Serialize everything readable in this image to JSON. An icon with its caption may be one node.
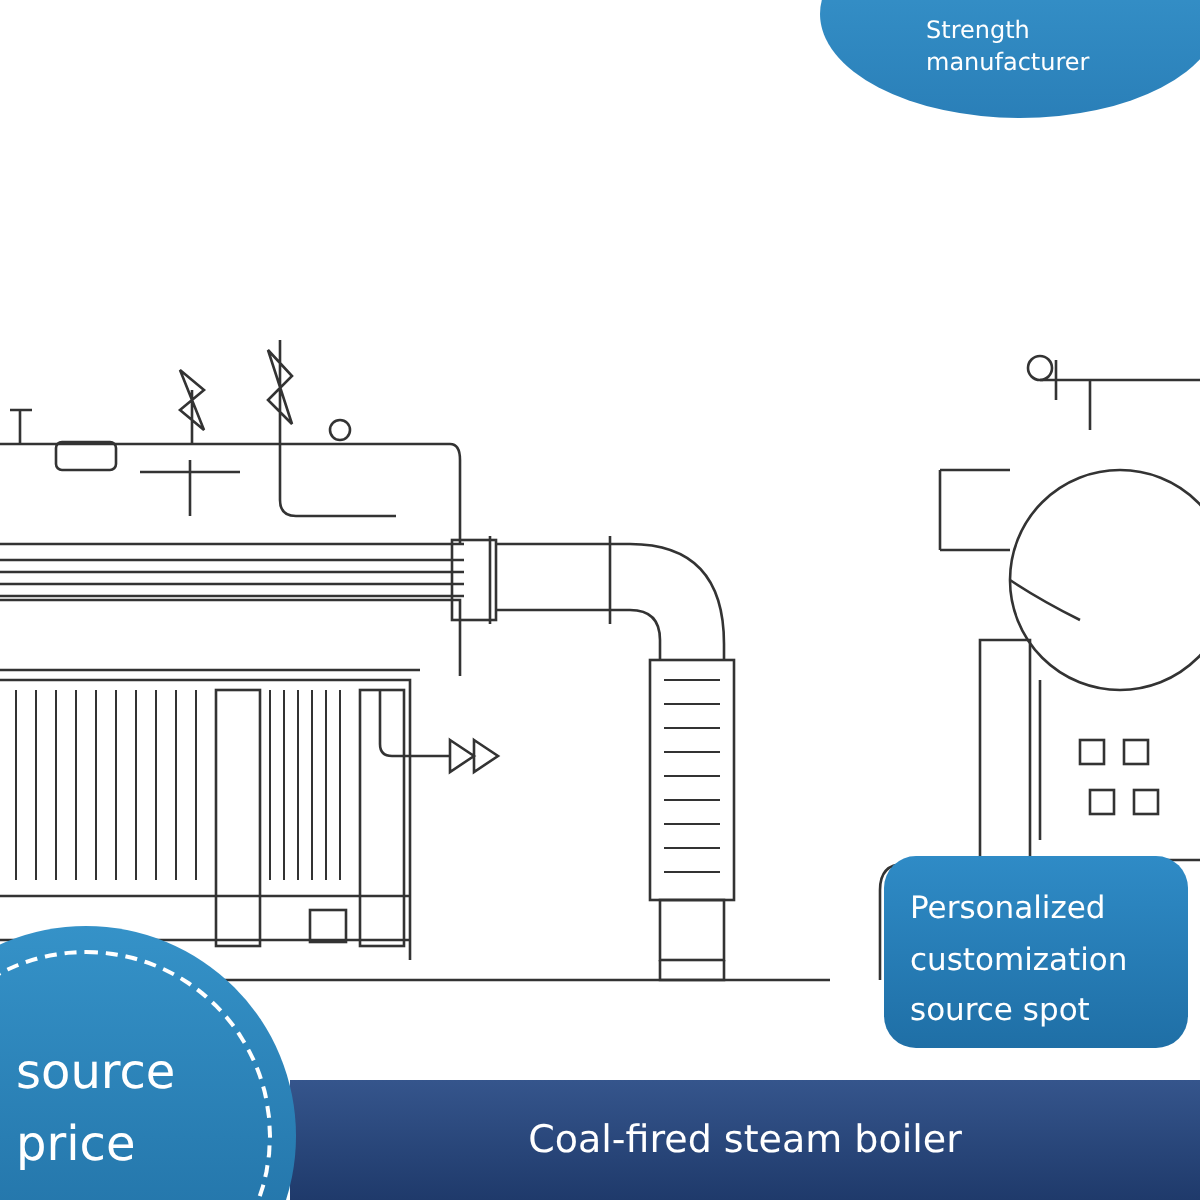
{
  "diagram": {
    "title": "Coal-fired steam boiler",
    "nodes": [
      {
        "text": [
          "Strength manufacturer"
        ]
      },
      {
        "text": [
          "Personalized customization source spot"
        ]
      },
      {
        "text": [
          "source price"
        ]
      }
    ]
  }
}
